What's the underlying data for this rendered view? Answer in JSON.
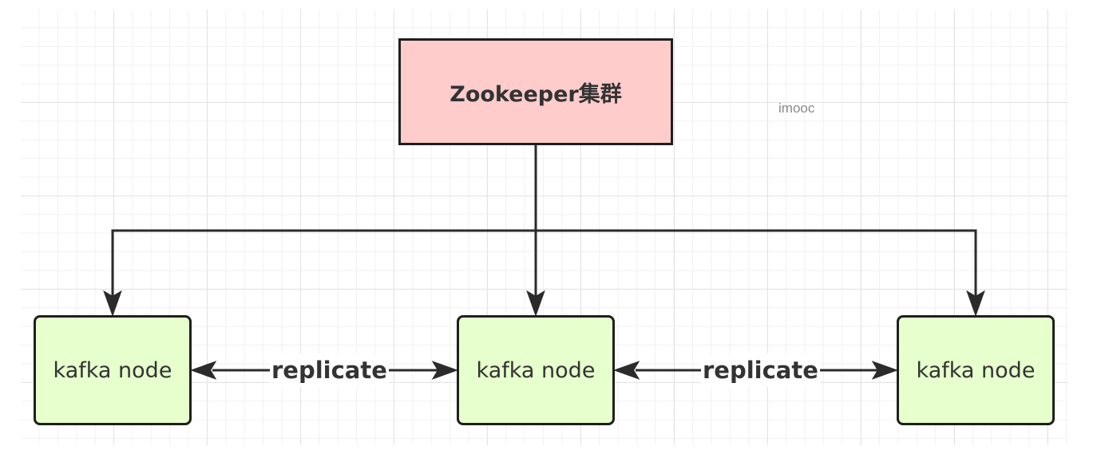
{
  "diagram": {
    "zookeeper": {
      "label": "Zookeeper集群"
    },
    "kafka_nodes": [
      {
        "label": "kafka node"
      },
      {
        "label": "kafka node"
      },
      {
        "label": "kafka node"
      }
    ],
    "replicate_links": [
      {
        "label": "replicate"
      },
      {
        "label": "replicate"
      }
    ],
    "watermark": "imooc",
    "colors": {
      "zookeeper_fill": "#ffcccc",
      "kafka_fill": "#e6ffcc",
      "stroke": "#1f1f1f",
      "text": "#333333"
    }
  }
}
